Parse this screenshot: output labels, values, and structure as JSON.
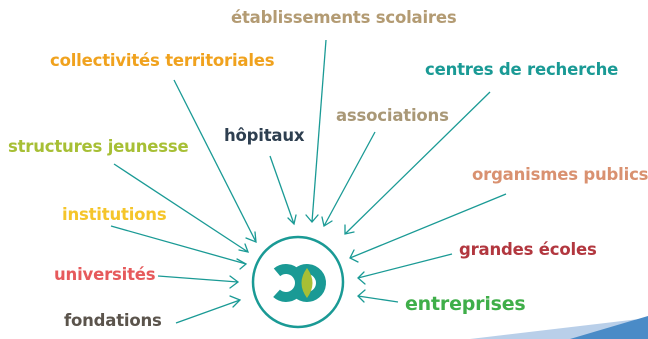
{
  "labels": [
    {
      "id": "l0",
      "text": "établissements scolaires"
    },
    {
      "id": "l1",
      "text": "collectivités territoriales"
    },
    {
      "id": "l2",
      "text": "centres de recherche"
    },
    {
      "id": "l3",
      "text": "associations"
    },
    {
      "id": "l4",
      "text": "hôpitaux"
    },
    {
      "id": "l5",
      "text": "structures jeunesse"
    },
    {
      "id": "l6",
      "text": "organismes publics"
    },
    {
      "id": "l7",
      "text": "institutions"
    },
    {
      "id": "l8",
      "text": "grandes écoles"
    },
    {
      "id": "l9",
      "text": "universités"
    },
    {
      "id": "l10",
      "text": "entreprises"
    },
    {
      "id": "l11",
      "text": "fondations"
    }
  ],
  "colors": {
    "accent": "#1a9a95",
    "logo_green": "#a7bf35",
    "corner_light": "#b9cfe9",
    "corner_dark": "#4a8bc7"
  },
  "logo_icon": "c-c-interlocking-logo-icon"
}
